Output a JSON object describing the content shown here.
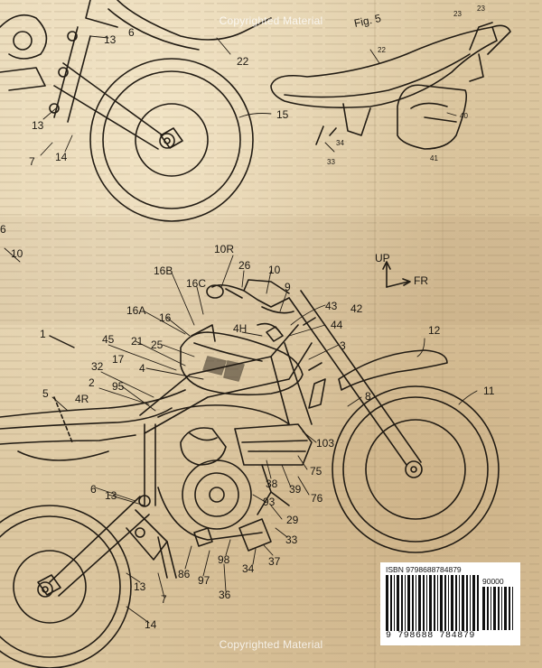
{
  "figure_caption": "Fig. 5",
  "watermark": "Copyrighted Material",
  "direction_up": "UP",
  "direction_forward": "FR",
  "isbn_label": "ISBN 9798688784879",
  "price_code": "90000",
  "barcode_digits": "9 798688 784879",
  "labels": {
    "l13a": "13",
    "l6a": "6",
    "l22a": "22",
    "l15": "15",
    "l13b": "13",
    "l7a": "7",
    "l14a": "14",
    "l10a": "10",
    "l6b": "6",
    "s23a": "23",
    "s23b": "23",
    "s22": "22",
    "s40": "40",
    "s34": "34",
    "s33": "33",
    "s41": "41",
    "l10R": "10R",
    "l16B": "16B",
    "l26": "26",
    "l10b": "10",
    "l16C": "16C",
    "l9": "9",
    "l16A": "16A",
    "l16": "16",
    "l4H": "4H",
    "l43": "43",
    "l42": "42",
    "l44": "44",
    "l1": "1",
    "l45": "45",
    "l21": "21",
    "l25": "25",
    "l3": "3",
    "l12": "12",
    "l32": "32",
    "l17": "17",
    "l4": "4",
    "l2": "2",
    "l95": "95",
    "l5": "5",
    "l4R": "4R",
    "l8": "8",
    "l11": "11",
    "l103": "103",
    "l75": "75",
    "l38": "38",
    "l39": "39",
    "l76": "76",
    "l6c": "6",
    "l13c": "13",
    "l93": "93",
    "l29": "29",
    "l33": "33",
    "l98": "98",
    "l34": "34",
    "l37": "37",
    "l86": "86",
    "l97": "97",
    "l36": "36",
    "l7b": "7",
    "l13d": "13",
    "l14b": "14"
  }
}
